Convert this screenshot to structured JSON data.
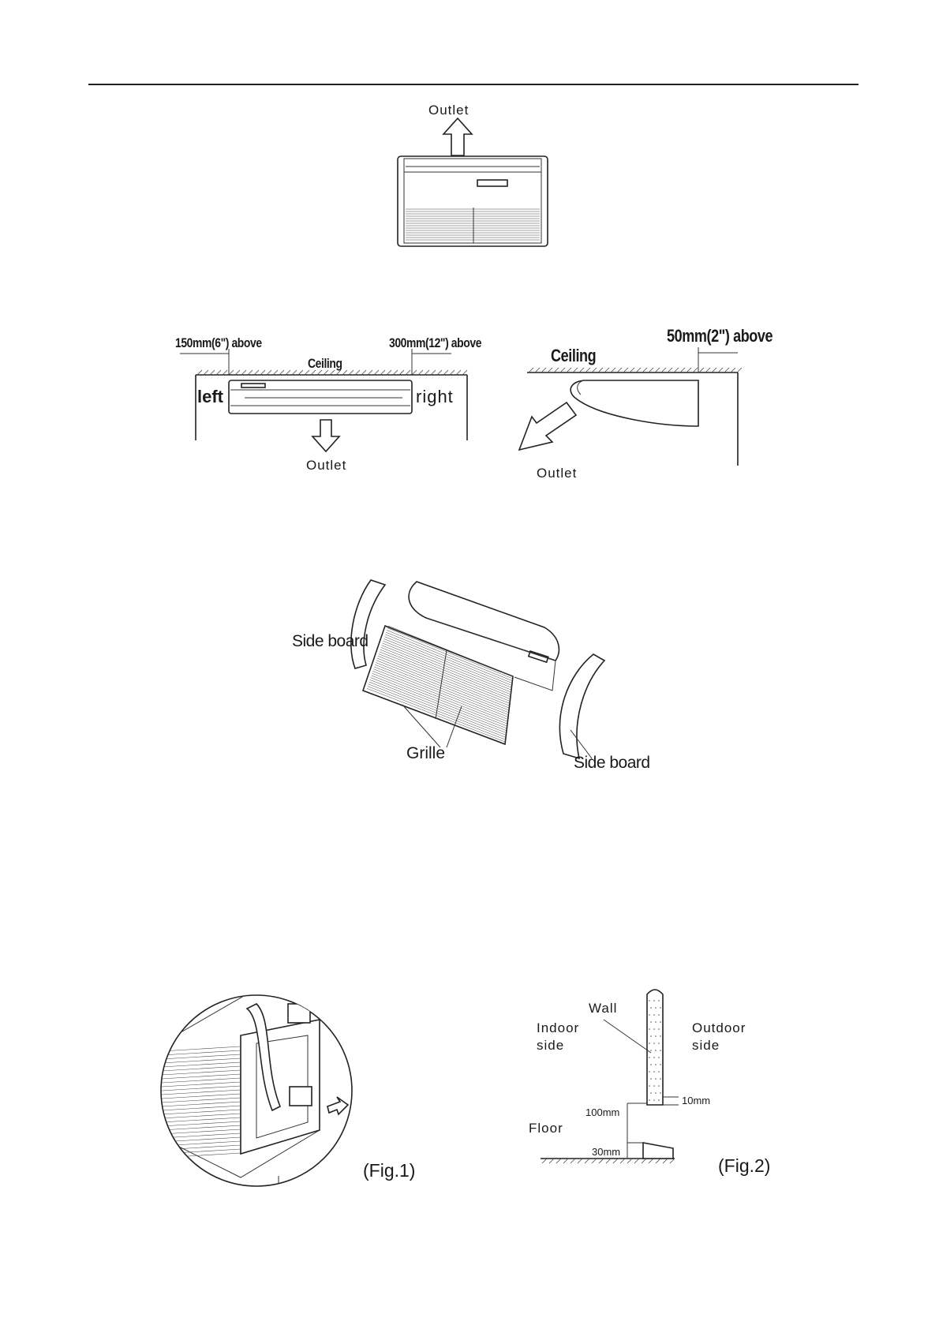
{
  "fig_top": {
    "outlet": "Outlet"
  },
  "fig_ceiling_front": {
    "left_clearance": "150mm(6\") above",
    "right_clearance": "300mm(12\") above",
    "ceiling": "Ceiling",
    "left": "left",
    "right": "right",
    "outlet": "Outlet"
  },
  "fig_ceiling_side": {
    "clearance": "50mm(2\") above",
    "ceiling": "Ceiling",
    "outlet": "Outlet"
  },
  "fig_sideboard": {
    "side_board_left": "Side board",
    "grille": "Grille",
    "side_board_right": "Side board"
  },
  "fig1": {
    "caption": "(Fig.1)"
  },
  "fig2": {
    "wall": "Wall",
    "indoor_side": "Indoor\nside",
    "outdoor_side": "Outdoor\nside",
    "dim_10": "10mm",
    "dim_100": "100mm",
    "floor": "Floor",
    "dim_30": "30mm",
    "caption": "(Fig.2)"
  }
}
